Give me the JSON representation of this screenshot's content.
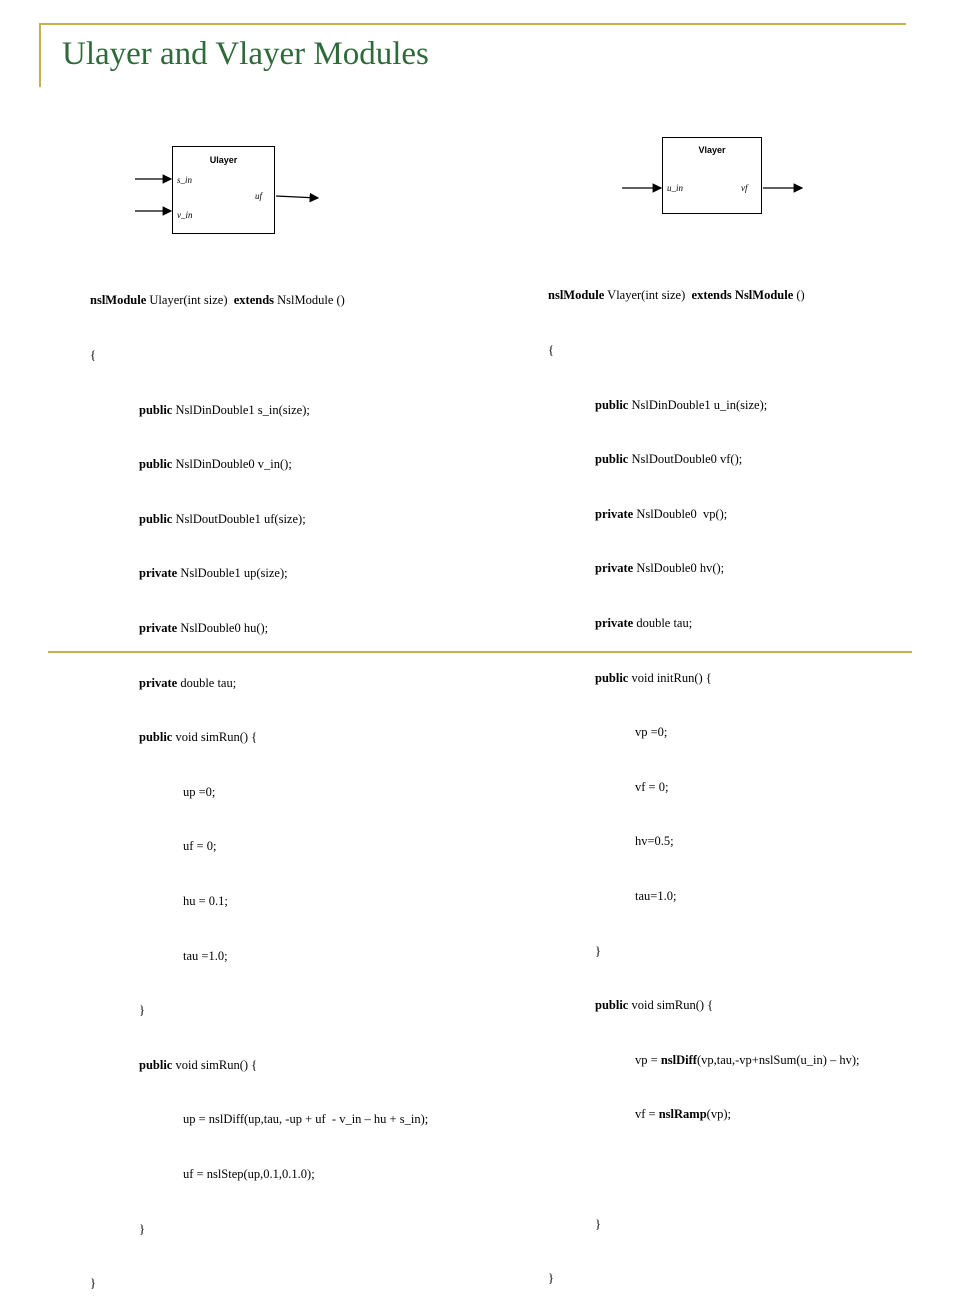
{
  "title": "Ulayer and Vlayer Modules",
  "colors": {
    "accent_rule": "#c9b04a",
    "title": "#2f6a3a"
  },
  "ulayer_diagram": {
    "name": "Ulayer",
    "in1": "s_in",
    "in2": "v_in",
    "out": "uf"
  },
  "vlayer_diagram": {
    "name": "Vlayer",
    "in1": "u_in",
    "out": "vf"
  },
  "ulayer_code": {
    "l1_kw": "nslModule",
    "l1_a": " Ulayer(int size)  ",
    "l1_kw2": "extends",
    "l1_b": " NslModule ()",
    "l2": "{",
    "l3_kw": "public",
    "l3": " NslDinDouble1 s_in(size);",
    "l4_kw": "public",
    "l4": " NslDinDouble0 v_in();",
    "l5_kw": "public",
    "l5": " NslDoutDouble1 uf(size);",
    "l6_kw": "private",
    "l6": " NslDouble1 up(size);",
    "l7_kw": "private",
    "l7": " NslDouble0 hu();",
    "l8_kw": "private",
    "l8": " double tau;",
    "l9_kw": "public",
    "l9": " void simRun() {",
    "l10": "up =0;",
    "l11": "uf = 0;",
    "l12": "hu = 0.1;",
    "l13": "tau =1.0;",
    "l14": "}",
    "l15_kw": "public",
    "l15": " void simRun() {",
    "l16": "up = nslDiff(up,tau, -up + uf  - v_in – hu + s_in);",
    "l17": "uf = nslStep(up,0.1,0.1.0);",
    "l18": "}",
    "l19": "}"
  },
  "vlayer_code": {
    "l1_kw": "nslModule",
    "l1_a": " Vlayer(int size)  ",
    "l1_kw2": "extends NslModule",
    "l1_b": " ()",
    "l2": "{",
    "l3_kw": "public",
    "l3": " NslDinDouble1 u_in(size);",
    "l4_kw": "public",
    "l4": " NslDoutDouble0 vf();",
    "l5_kw": "private",
    "l5": " NslDouble0  vp();",
    "l6_kw": "private",
    "l6": " NslDouble0 hv();",
    "l7_kw": "private",
    "l7": " double tau;",
    "l8_kw": "public",
    "l8": " void initRun() {",
    "l9": "vp =0;",
    "l10": "vf = 0;",
    "l11": "hv=0.5;",
    "l12": "tau=1.0;",
    "l13": "}",
    "l14_kw": "public",
    "l14": " void simRun() {",
    "l15_a": "vp = ",
    "l15_kw": "nslDiff",
    "l15_b": "(vp,tau,-vp+nslSum(u_in) – hv);",
    "l16_a": "vf = ",
    "l16_kw": "nslRamp",
    "l16_b": "(vp);",
    "l17": "}",
    "l18": "}"
  }
}
